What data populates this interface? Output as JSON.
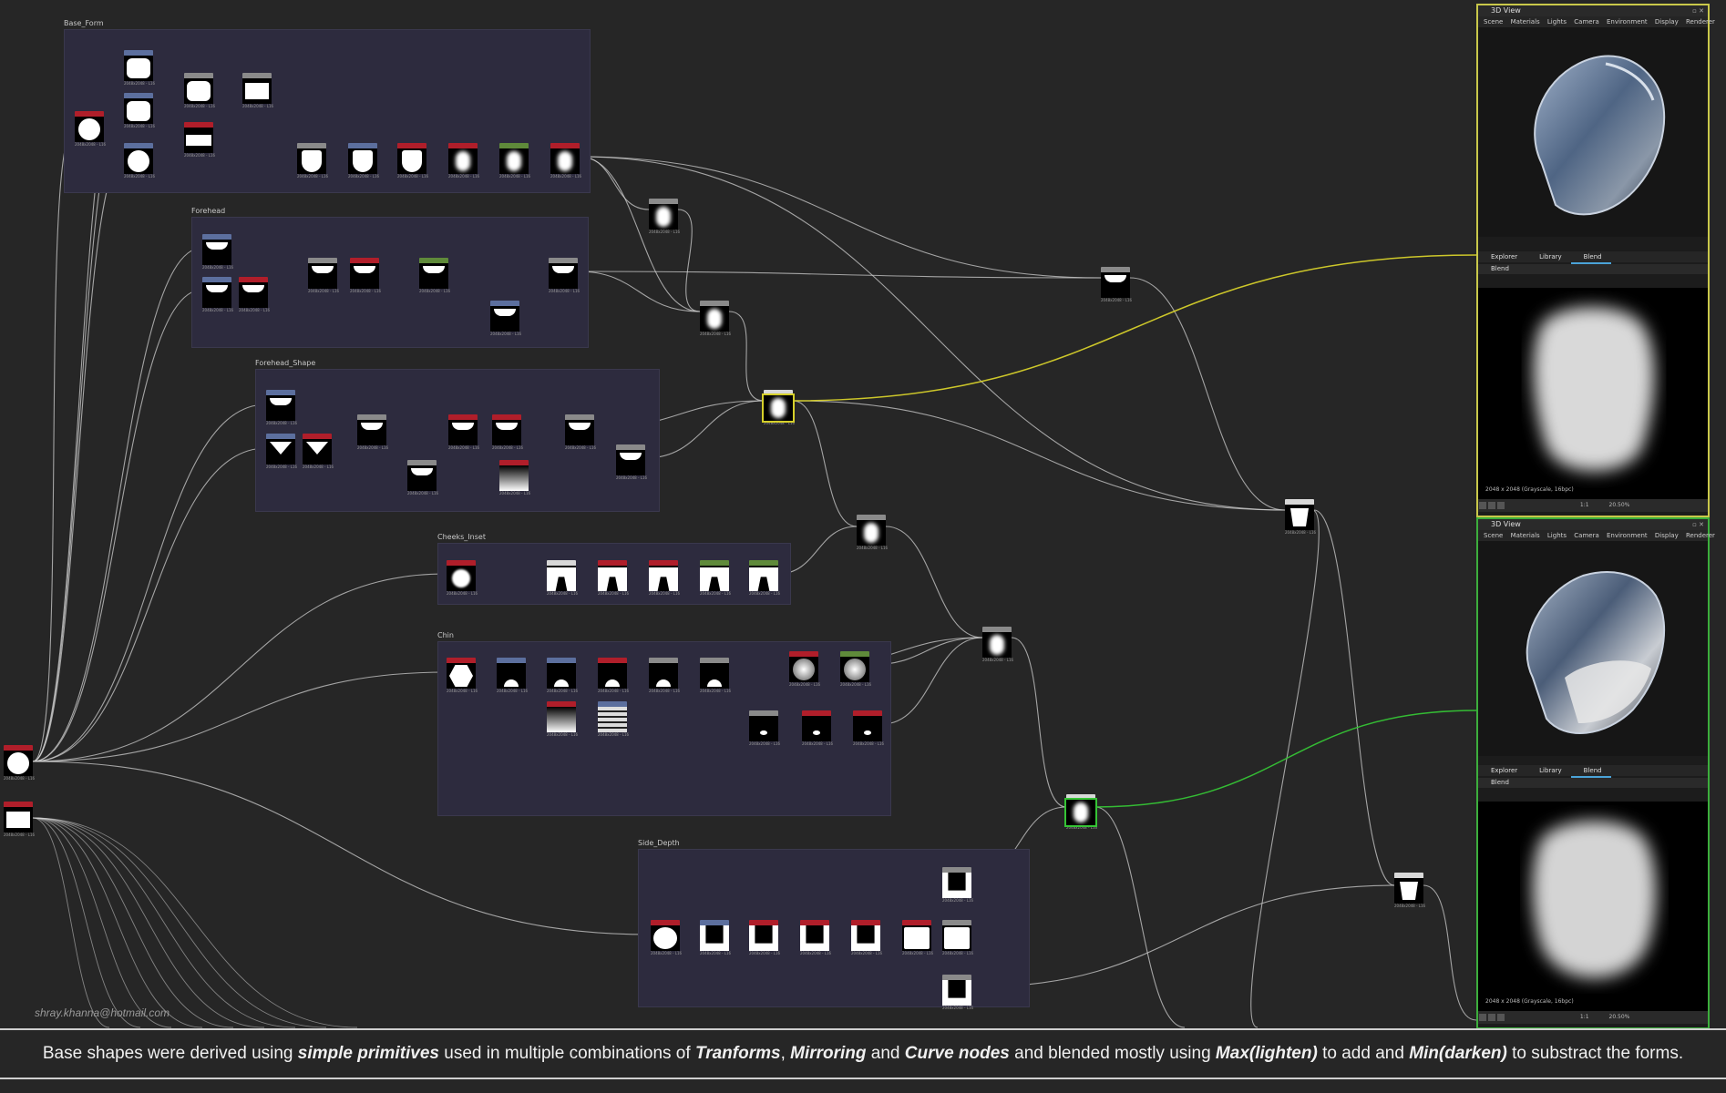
{
  "caption": {
    "parts": [
      {
        "text": "Base shapes were derived using ",
        "em": false
      },
      {
        "text": "simple primitives",
        "em": true
      },
      {
        "text": " used in multiple combinations of ",
        "em": false
      },
      {
        "text": "Tranforms",
        "em": true
      },
      {
        "text": ", ",
        "em": false
      },
      {
        "text": "Mirroring",
        "em": true
      },
      {
        "text": " and ",
        "em": false
      },
      {
        "text": "Curve nodes",
        "em": true
      },
      {
        "text": " and blended mostly using ",
        "em": false
      },
      {
        "text": "Max(lighten)",
        "em": true
      },
      {
        "text": " to add and ",
        "em": false
      },
      {
        "text": "Min(darken)",
        "em": true
      },
      {
        "text": " to substract the forms.",
        "em": false
      }
    ]
  },
  "credit": "shray.khanna@hotmail.com",
  "frames": [
    {
      "title": "Base_Form"
    },
    {
      "title": "Forehead"
    },
    {
      "title": "Forehead_Shape"
    },
    {
      "title": "Cheeks_Inset"
    },
    {
      "title": "Chin"
    },
    {
      "title": "Side_Depth"
    }
  ],
  "panels": {
    "view3d_title": "3D View",
    "menu": [
      "Scene",
      "Materials",
      "Lights",
      "Camera",
      "Environment",
      "Display",
      "Renderer"
    ],
    "tabs": [
      "Explorer",
      "Library",
      "Blend"
    ],
    "blend_title": "Blend",
    "image_info": "2048 x 2048 (Grayscale, 16bpc)",
    "zoom": "20.50%",
    "ratio": "1:1"
  },
  "node_meta": "2048x2048 - L16",
  "colors": {
    "yellow_link": "#d6d02a",
    "green_link": "#35c435",
    "frame_bg": "#2d2b3e",
    "header_red": "#b01e2a",
    "header_blue": "#5c6f9e",
    "header_grey": "#8a8a8a",
    "header_green": "#5f8a3a"
  }
}
